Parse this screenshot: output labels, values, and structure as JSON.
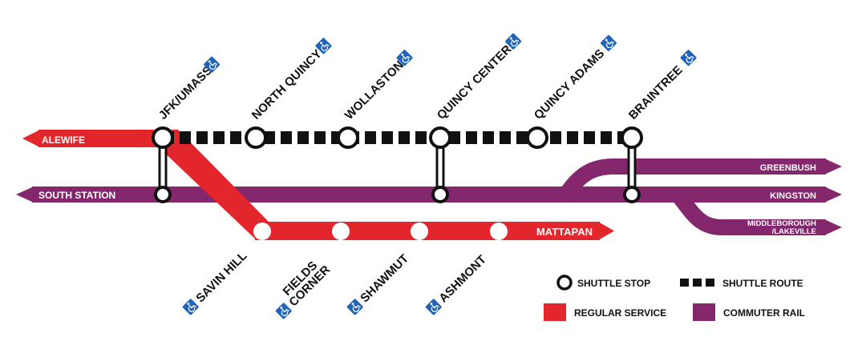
{
  "colors": {
    "regular_service": "#e3262b",
    "commuter_rail": "#85276d",
    "shuttle": "#111111",
    "accessible": "#1f64b8"
  },
  "terminals": {
    "alewife": "ALEWIFE",
    "south_station": "SOUTH STATION",
    "mattapan": "MATTAPAN",
    "greenbush": "GREENBUSH",
    "kingston": "KINGSTON",
    "middleborough_line1": "MIDDLEBOROUGH",
    "middleborough_line2": "/LAKEVILLE"
  },
  "stations": {
    "jfk_umass": "JFK/UMASS",
    "north_quincy": "NORTH QUINCY",
    "wollaston": "WOLLASTON",
    "quincy_center": "QUINCY CENTER",
    "quincy_adams": "QUINCY ADAMS",
    "braintree": "BRAINTREE",
    "savin_hill": "SAVIN HILL",
    "fields_corner_line1": "FIELDS",
    "fields_corner_line2": "CORNER",
    "shawmut": "SHAWMUT",
    "ashmont": "ASHMONT"
  },
  "legend": {
    "shuttle_stop": "SHUTTLE STOP",
    "shuttle_route": "SHUTTLE ROUTE",
    "regular_service": "REGULAR SERVICE",
    "commuter_rail": "COMMUTER RAIL"
  },
  "icons": {
    "accessible": "wheelchair-accessible-icon"
  }
}
